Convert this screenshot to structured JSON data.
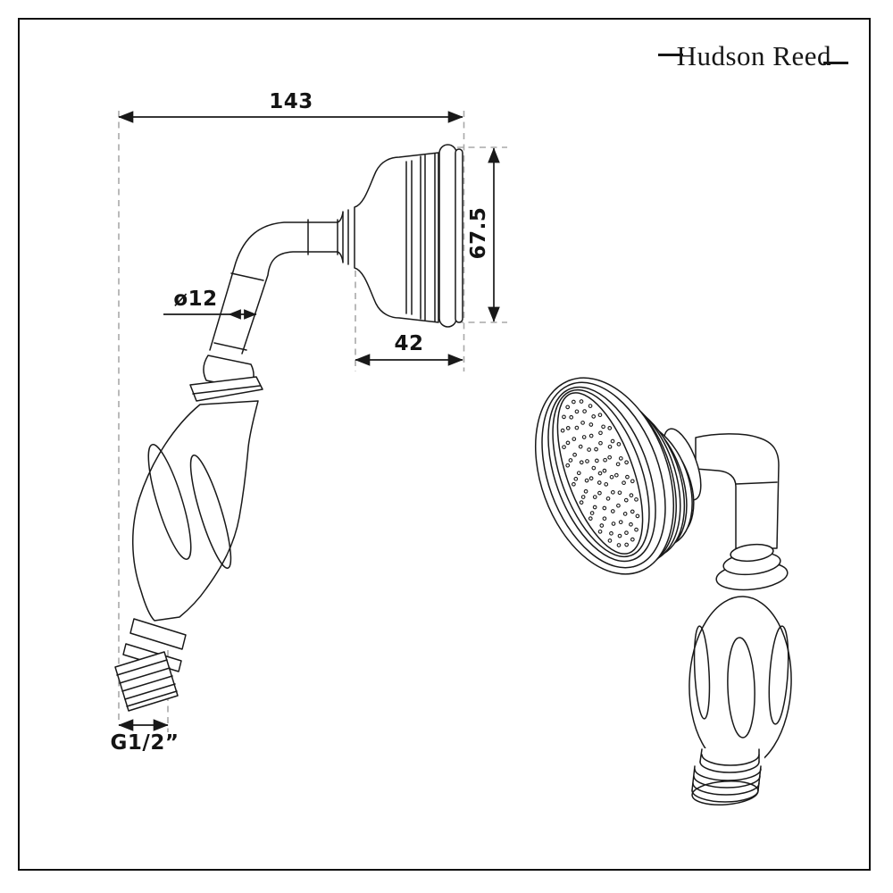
{
  "window": {
    "background": "#ffffff",
    "frame_color": "#101010",
    "line_color": "#191919",
    "dash_color": "#a9a9a9"
  },
  "brand": {
    "logo_text": "Hudson Reed"
  },
  "drawing": {
    "dimension_labels": {
      "overall_length_mm": "143",
      "head_height_mm": "67.5",
      "head_depth_mm": "42",
      "neck_diameter_mm": "ø12",
      "thread_connection": "G1/2”"
    }
  }
}
